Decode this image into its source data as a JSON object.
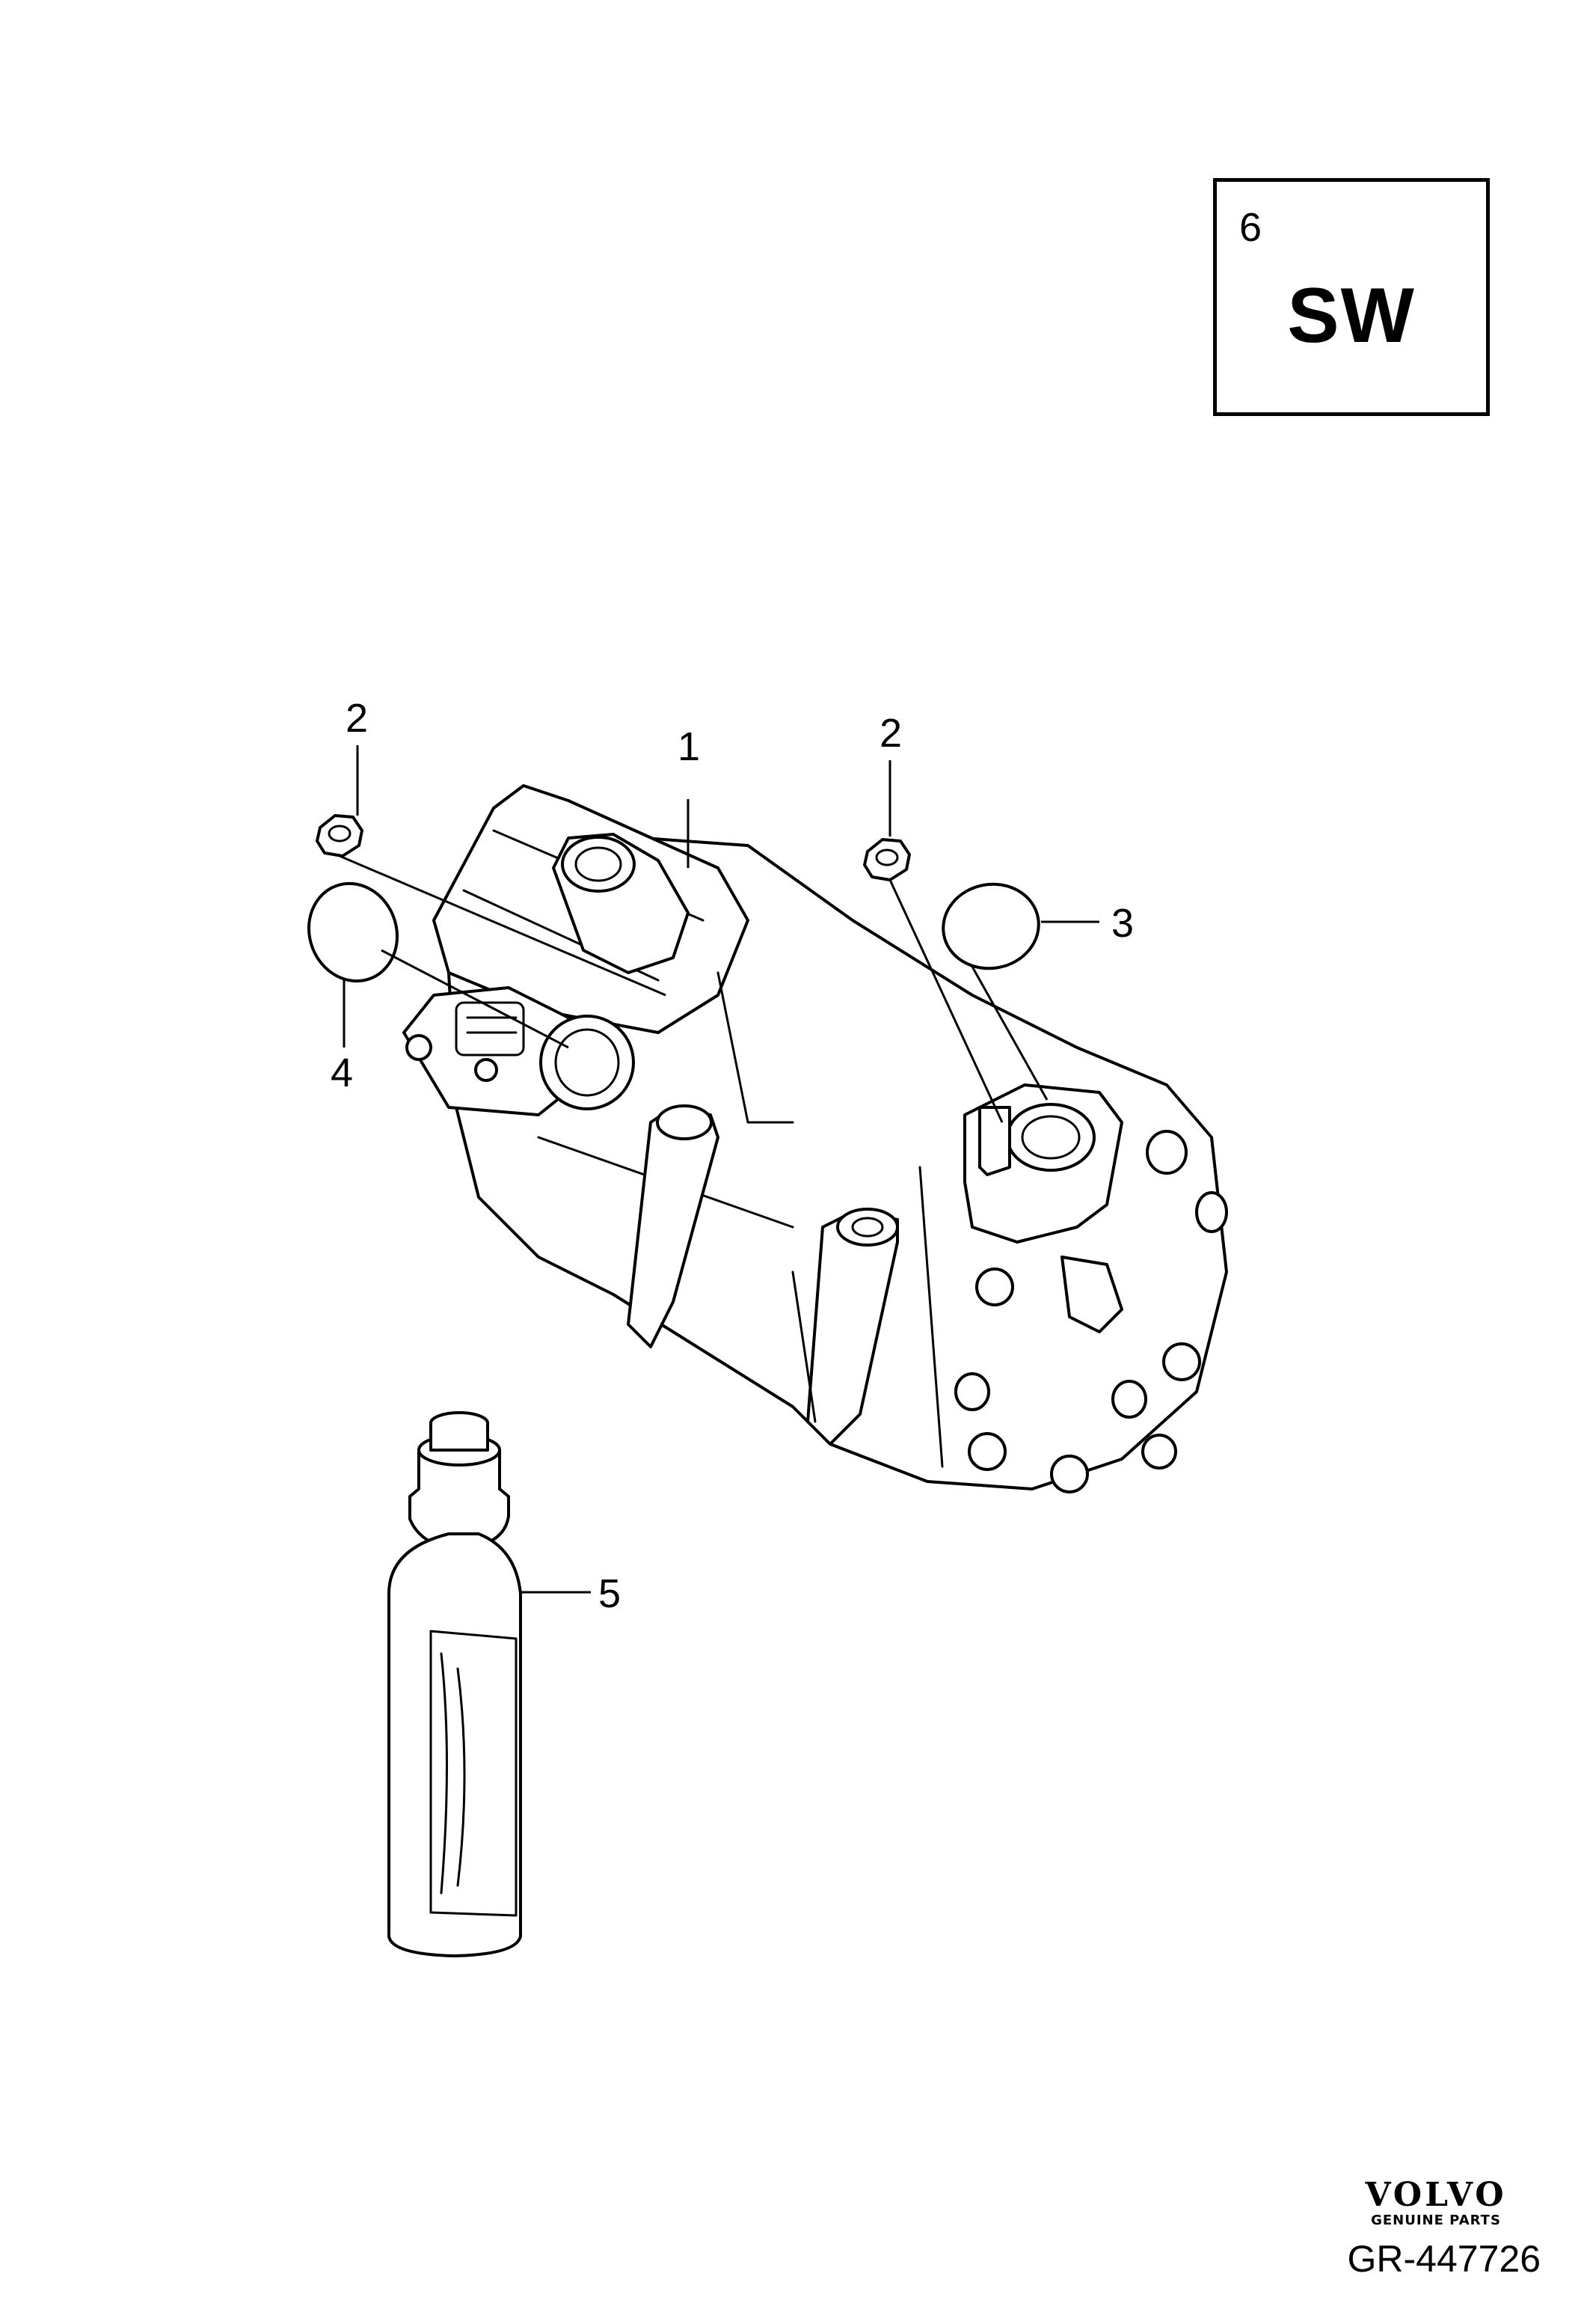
{
  "callouts": {
    "c1": "1",
    "c2a": "2",
    "c2b": "2",
    "c3": "3",
    "c4": "4",
    "c5": "5"
  },
  "kit_box": {
    "number": "6",
    "label": "SW"
  },
  "logo": {
    "brand": "VOLVO",
    "tagline": "GENUINE PARTS"
  },
  "reference": "GR-447726"
}
